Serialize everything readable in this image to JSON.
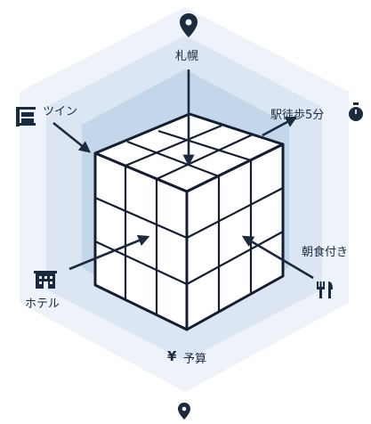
{
  "diagram": {
    "center_label": "",
    "criteria": [
      {
        "id": "location",
        "label": "札幌",
        "icon": "location-pin-icon"
      },
      {
        "id": "station",
        "label": "駅徒歩5分",
        "icon": "stopwatch-icon"
      },
      {
        "id": "breakfast",
        "label": "朝食付き",
        "icon": "fork-knife-icon"
      },
      {
        "id": "budget",
        "label": "予算",
        "icon": "yen-icon"
      },
      {
        "id": "hotel",
        "label": "ホテル",
        "icon": "building-icon"
      },
      {
        "id": "room",
        "label": "ツイン",
        "icon": "bed-icon"
      }
    ],
    "footer_icon": "location-pin-icon"
  },
  "colors": {
    "hex_outer": "#eef3f9",
    "hex_mid": "#dbe6f2",
    "hex_inner": "#c3d6ea",
    "cube_stroke": "#141e30",
    "arrow": "#1c2a40",
    "text": "#1c2a40"
  }
}
